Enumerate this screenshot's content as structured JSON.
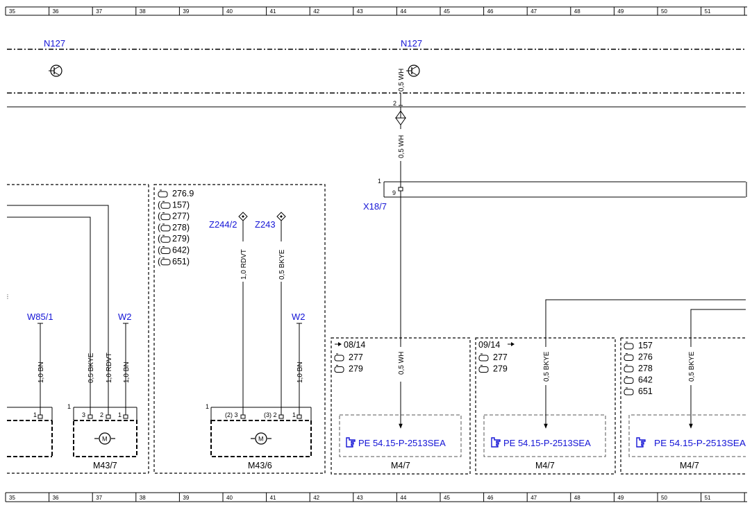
{
  "ruler": {
    "top_numbers": [
      "35",
      "36",
      "37",
      "38",
      "39",
      "40",
      "41",
      "42",
      "43",
      "44",
      "45",
      "46",
      "47",
      "48",
      "49",
      "50",
      "51"
    ],
    "bottom_numbers": [
      "35",
      "36",
      "37",
      "38",
      "39",
      "40",
      "41",
      "42",
      "43",
      "44",
      "45",
      "46",
      "47",
      "48",
      "49",
      "50",
      "51"
    ]
  },
  "labels": {
    "n127_left": "N127",
    "n127_right": "N127",
    "x18_7": "X18/7",
    "z244_2": "Z244/2",
    "z243": "Z243",
    "w85_1": "W85/1",
    "w2_a": "W2",
    "w2_b": "W2"
  },
  "wires": {
    "wm_top": "0,5 WH",
    "wh_mid": "0,5 WH",
    "bn_w85": "1,0 BN",
    "bkye_m437": "0,5 BKYE",
    "rdvt_m437": "1,0 RDVT",
    "bn_w2a": "1,0 BN",
    "rdvt_z244": "1,0 RDVT",
    "bkye_z243": "0,5 BKYE",
    "bn_w2b": "1,0 BN",
    "wh_m47a": "0,5 WH",
    "bkye_m47b": "0,5 BKYE",
    "bkye_m47c": "0,5 BKYE"
  },
  "pins": {
    "n127_pin": "2",
    "x18_pin_left": "1",
    "x18_pin": "9",
    "left_box_pin": "1",
    "m437_conn": "1",
    "m437_p3": "3",
    "m437_p2": "2",
    "m437_p1": "1",
    "m436_conn": "1",
    "m436_p3": "(2) 3",
    "m436_p2": "(3) 2",
    "m436_p1": "1"
  },
  "refs_m436": [
    "276.9",
    "157)",
    "277)",
    "278)",
    "279)",
    "642)",
    "651)"
  ],
  "m47a_refs": {
    "date": "08/14",
    "items": [
      "277",
      "279"
    ]
  },
  "m47b_refs": {
    "date": "09/14",
    "items": [
      "277",
      "279"
    ]
  },
  "m47c_refs": [
    "157",
    "276",
    "278",
    "642",
    "651"
  ],
  "components": {
    "m437": "M43/7",
    "m436": "M43/6",
    "m47a": "M4/7",
    "m47b": "M4/7",
    "m47c": "M4/7",
    "motor_symbol": "M"
  },
  "pe_refs": {
    "a": "PE 54.15-P-2513SEA",
    "b": "PE 54.15-P-2513SEA",
    "c": "PE 54.15-P-2513SEA"
  },
  "icons": [
    "transistor-icon",
    "connector-diamond-icon",
    "motor-icon",
    "hand-pointer-icon",
    "camera-ref-icon",
    "arrow-right-icon"
  ]
}
